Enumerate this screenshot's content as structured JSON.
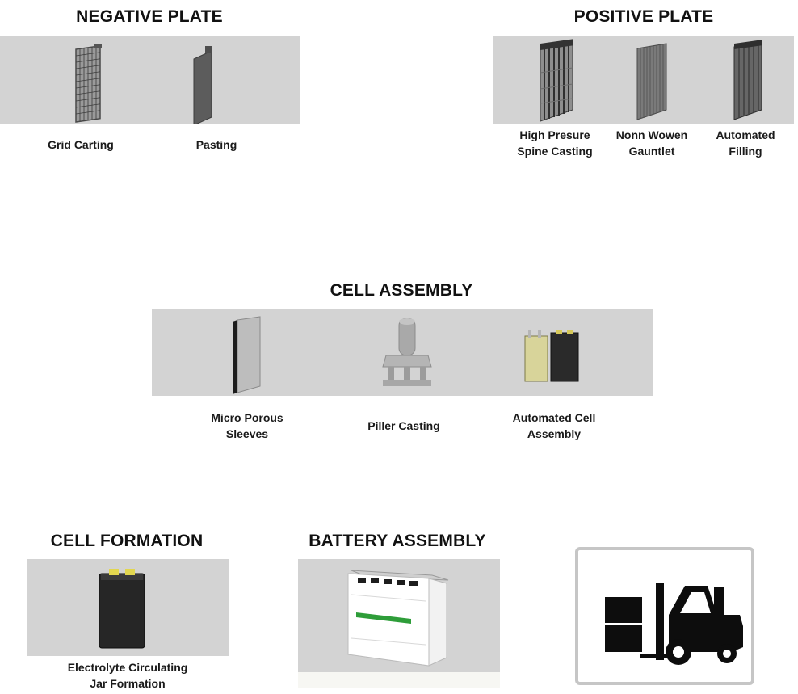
{
  "negative_plate": {
    "title": "NEGATIVE PLATE",
    "steps": [
      {
        "label": "Grid Carting",
        "icon": "grid-plate-icon"
      },
      {
        "label": "Pasting",
        "icon": "pasted-plate-icon"
      }
    ]
  },
  "positive_plate": {
    "title": "POSITIVE PLATE",
    "steps": [
      {
        "line1": "High Presure",
        "line2": "Spine Casting",
        "icon": "spine-casting-icon"
      },
      {
        "line1": "Nonn Wowen",
        "line2": "Gauntlet",
        "icon": "gauntlet-icon"
      },
      {
        "line1": "Automated",
        "line2": "Filling",
        "icon": "filled-plate-icon"
      }
    ]
  },
  "cell_assembly": {
    "title": "CELL ASSEMBLY",
    "steps": [
      {
        "line1": "Micro Porous",
        "line2": "Sleeves",
        "icon": "sleeve-icon"
      },
      {
        "label": "Piller Casting",
        "icon": "pillar-icon"
      },
      {
        "line1": "Automated Cell",
        "line2": "Assembly",
        "icon": "cell-assembly-icon"
      }
    ]
  },
  "cell_formation": {
    "title": "CELL FORMATION",
    "steps": [
      {
        "line1": "Electrolyte Circulating",
        "line2": "Jar Formation",
        "icon": "cell-jar-icon"
      }
    ]
  },
  "battery_assembly": {
    "title": "BATTERY ASSEMBLY",
    "icon": "battery-pack-icon"
  },
  "dispatch": {
    "icon": "forklift-icon"
  },
  "colors": {
    "panel_bg": "#d3d3d3",
    "text": "#111111",
    "frame": "#c6c6c6"
  }
}
